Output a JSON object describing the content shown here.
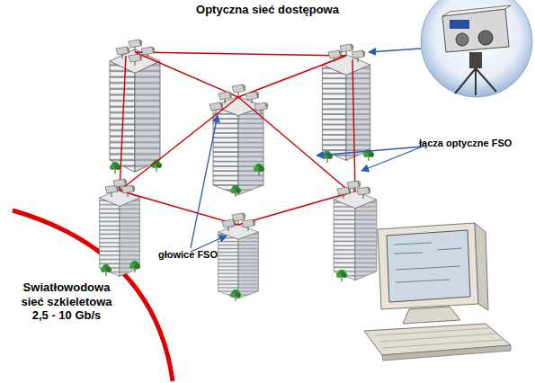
{
  "diagram": {
    "title": "Optyczna sieć dostępowa",
    "labels": [
      "łącza optyczne FSO",
      "głowice FSO",
      "Swiatłowodowa sieć szkieletowa 2,5 - 10 Gb/s"
    ]
  }
}
